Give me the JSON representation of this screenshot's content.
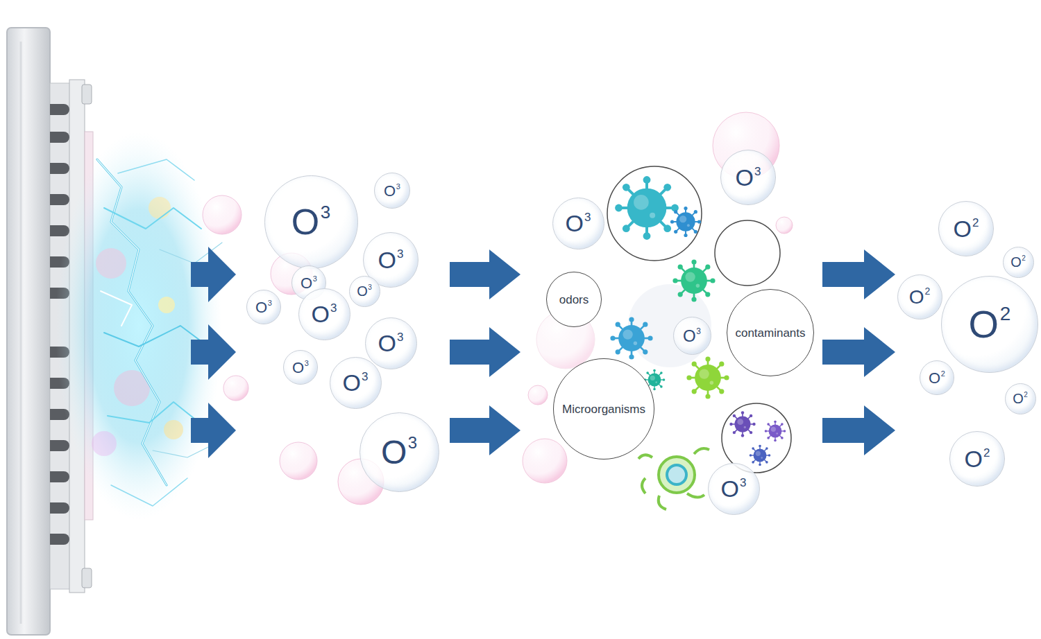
{
  "diagram": {
    "nodes": [
      {
        "text": [
          "O3"
        ]
      },
      {
        "text": [
          "O3"
        ]
      },
      {
        "text": [
          "O3"
        ]
      },
      {
        "text": [
          "O3"
        ]
      },
      {
        "text": [
          "O3"
        ]
      },
      {
        "text": [
          "O3"
        ]
      },
      {
        "text": [
          "O3"
        ]
      },
      {
        "text": [
          "O3"
        ]
      },
      {
        "text": [
          "O3"
        ]
      },
      {
        "text": [
          "O3"
        ]
      },
      {
        "text": [
          "O3"
        ]
      },
      {
        "text": [
          "O3"
        ]
      },
      {
        "text": [
          "O3"
        ]
      },
      {
        "text": [
          "odors"
        ]
      },
      {
        "text": [
          "O3"
        ]
      },
      {
        "text": [
          "contaminants"
        ]
      },
      {
        "text": [
          "Microorganisms"
        ]
      },
      {
        "text": [
          "O3"
        ]
      },
      {
        "text": [
          "O2"
        ]
      },
      {
        "text": [
          "O2"
        ]
      },
      {
        "text": [
          "O2"
        ]
      },
      {
        "text": [
          "O2"
        ]
      },
      {
        "text": [
          "O2"
        ]
      },
      {
        "text": [
          "O2"
        ]
      },
      {
        "text": [
          "O2"
        ]
      }
    ]
  }
}
